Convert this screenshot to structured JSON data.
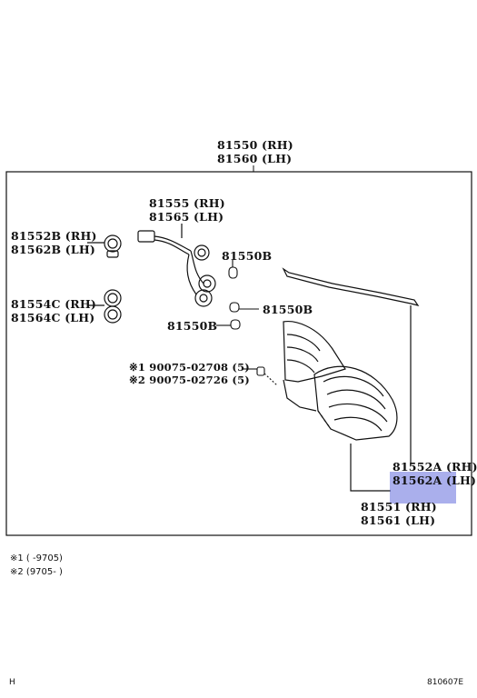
{
  "diagram": {
    "labels": {
      "assembly_rh": "81550 (RH)",
      "assembly_lh": "81560 (LH)",
      "socket_wire_rh": "81555 (RH)",
      "socket_wire_lh": "81565 (LH)",
      "socket_b_rh": "81552B (RH)",
      "socket_b_lh": "81562B (LH)",
      "bulb_1": "81550B",
      "bulb_2": "81550B",
      "bulb_3": "81550B",
      "socket_c_rh": "81554C (RH)",
      "socket_c_lh": "81564C (LH)",
      "screw_1": "※1 90075-02708 (5)",
      "screw_2": "※2 90075-02726 (5)",
      "gasket_rh": "81552A (RH)",
      "gasket_lh": "81562A (LH)",
      "lens_rh": "81551 (RH)",
      "lens_lh": "81561 (LH)"
    },
    "highlight_color": "#6a6fdc",
    "line_color": "#111111"
  },
  "footnotes": {
    "note_1": "※1 (      -9705)",
    "note_2": "※2 (9705-      )"
  },
  "footer": {
    "left_code": "H",
    "right_code": "810607E"
  }
}
